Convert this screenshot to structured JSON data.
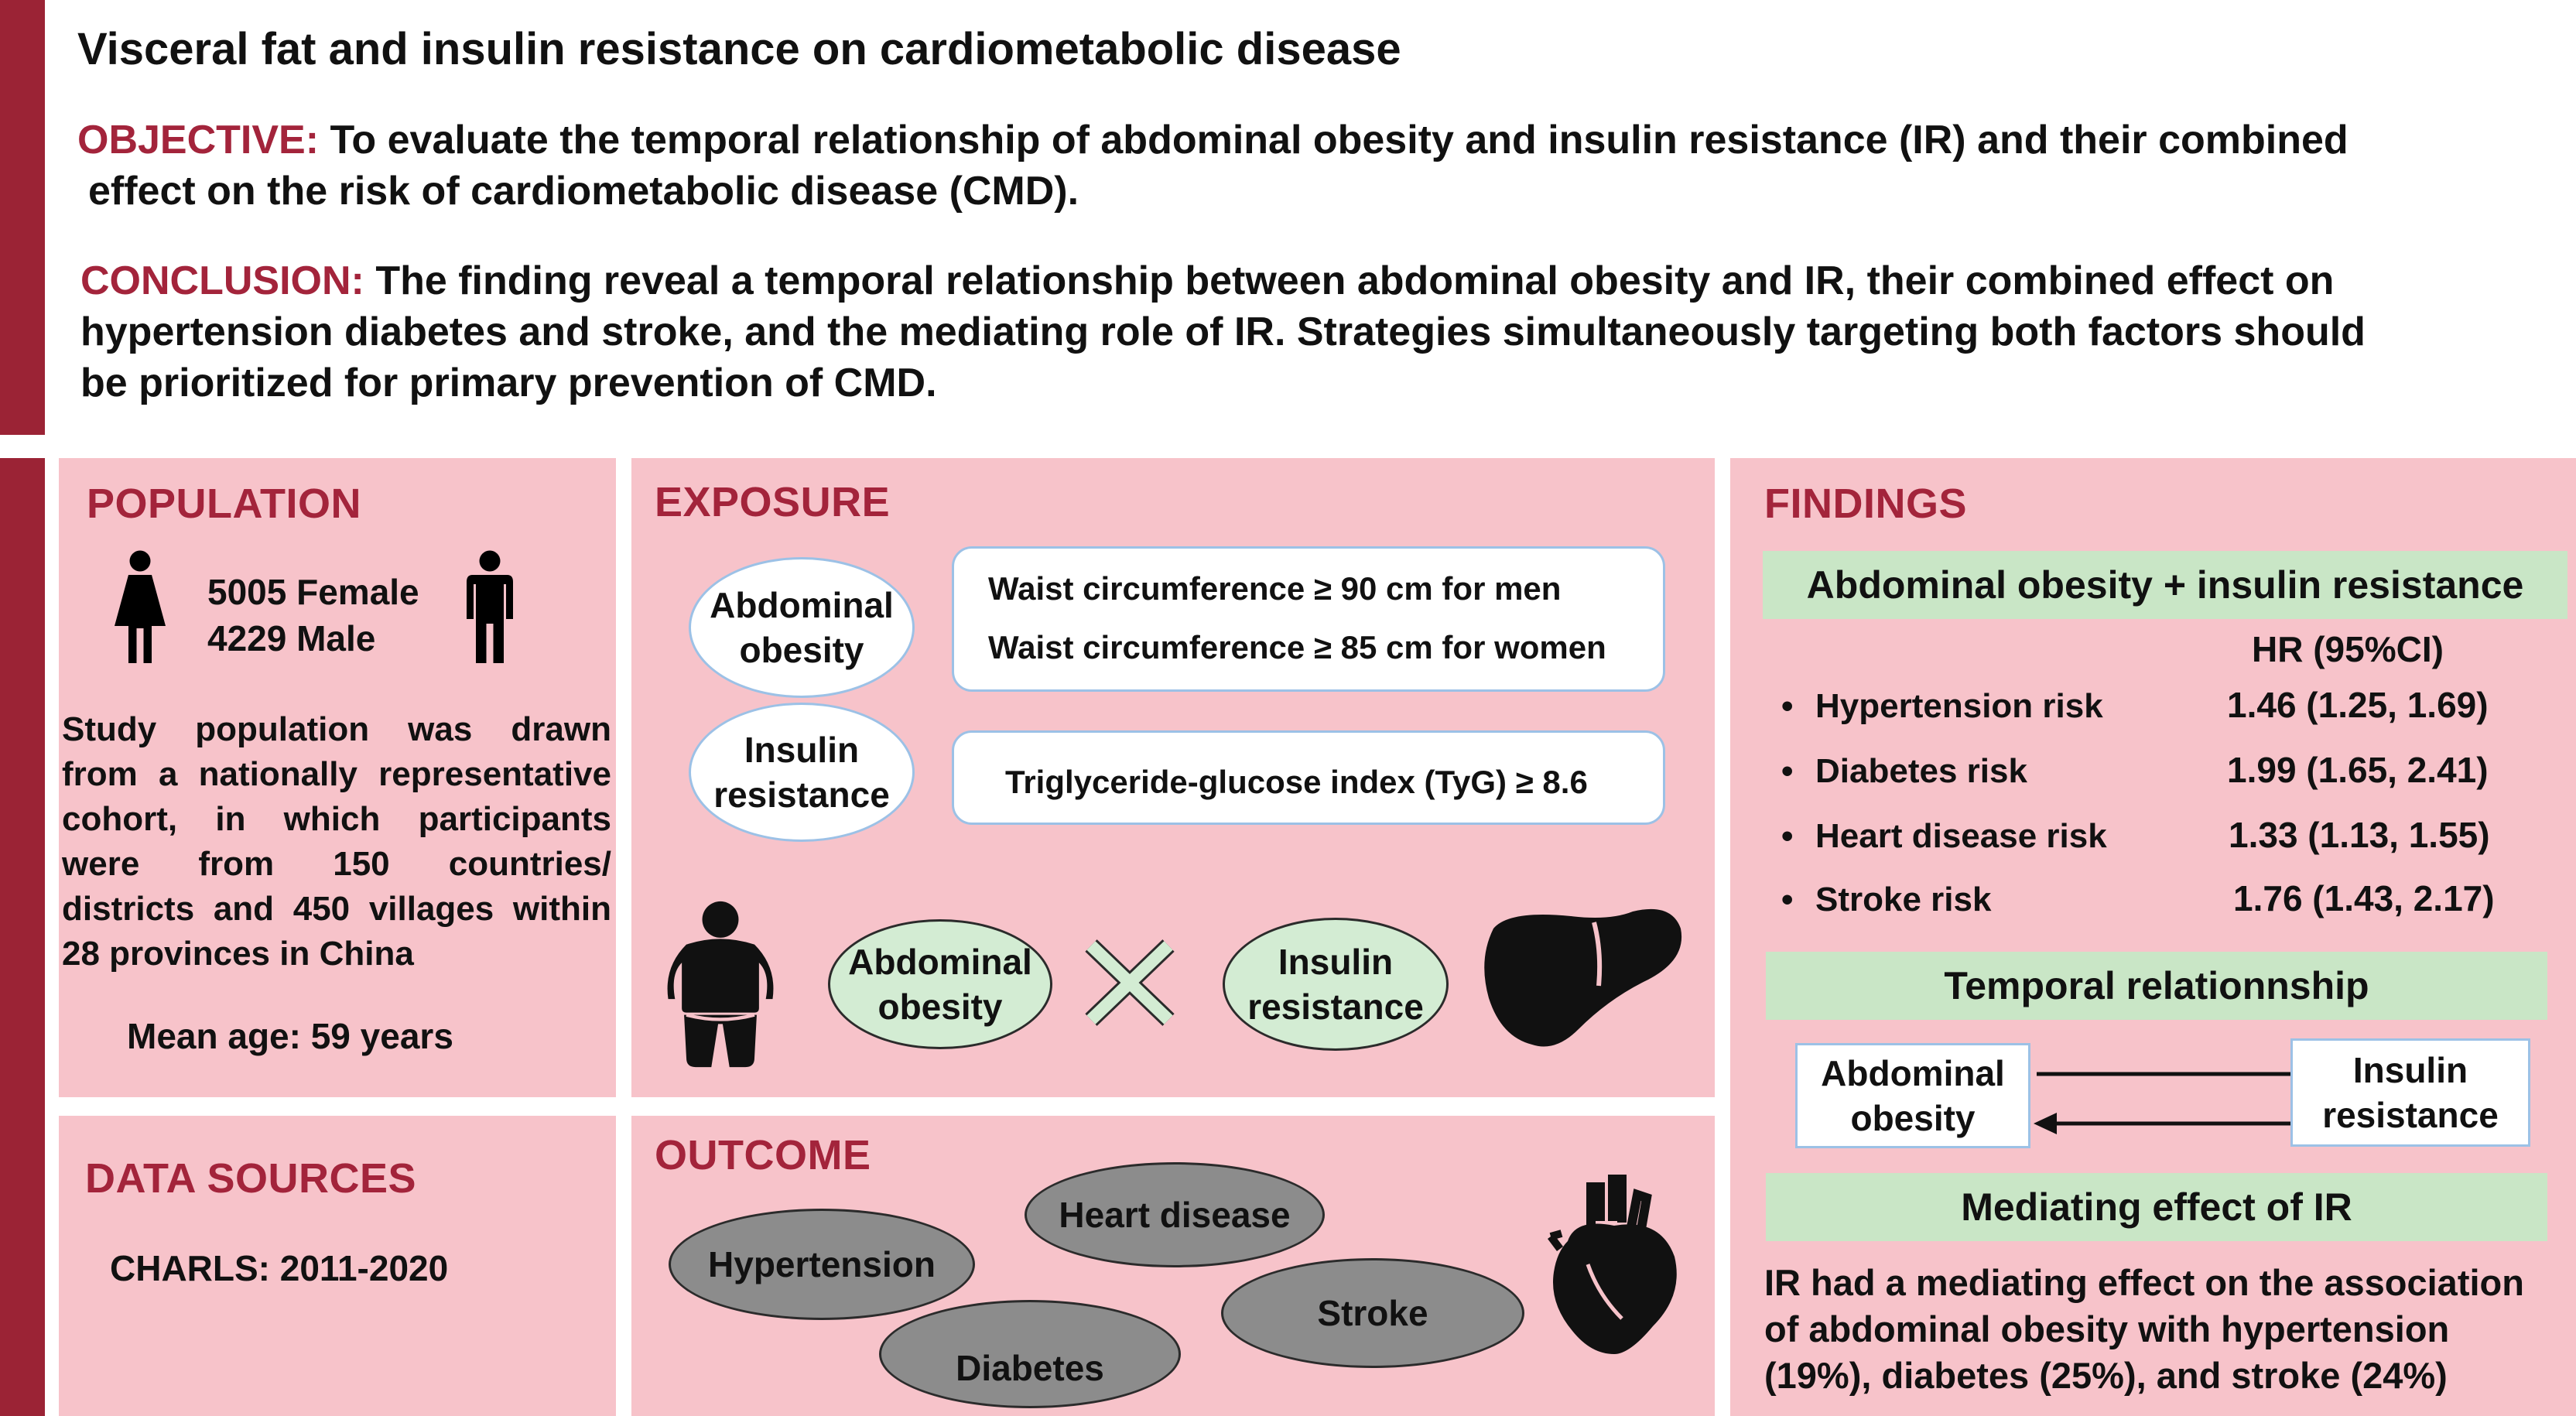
{
  "header": {
    "title": "Visceral fat and insulin resistance on cardiometabolic disease",
    "objective_label": "OBJECTIVE:",
    "objective_line1": "To evaluate the temporal relationship of abdominal obesity and insulin resistance (IR) and their combined",
    "objective_line2": "effect on the risk of cardiometabolic disease (CMD).",
    "conclusion_label": "CONCLUSION:",
    "conclusion_line1": "The finding reveal a temporal relationship between abdominal obesity and IR, their combined effect on",
    "conclusion_line2": "hypertension diabetes and stroke, and the mediating role of IR. Strategies simultaneously targeting both factors should",
    "conclusion_line3": "be prioritized for primary prevention of CMD."
  },
  "population": {
    "heading": "POPULATION",
    "female": "5005 Female",
    "male": "4229 Male",
    "desc_lines": [
      "Study population was drawn",
      "from a nationally representative",
      "cohort, in which participants",
      "were from 150 countries/",
      "districts and 450 villages within",
      "28 provinces in China"
    ],
    "mean_age": "Mean age: 59 years"
  },
  "data_sources": {
    "heading": "DATA SOURCES",
    "value": "CHARLS: 2011-2020"
  },
  "exposure": {
    "heading": "EXPOSURE",
    "abdominal_line1": "Abdominal",
    "abdominal_line2": "obesity",
    "insulin_line1": "Insulin",
    "insulin_line2": "resistance",
    "waist_men": "Waist circumference  ≥ 90 cm for men",
    "waist_women": "Waist circumference  ≥ 85 cm for women",
    "tyg": "Triglyceride-glucose index (TyG)  ≥ 8.6",
    "combo_a_line1": "Abdominal",
    "combo_a_line2": "obesity",
    "combo_b_line1": "Insulin",
    "combo_b_line2": "resistance"
  },
  "outcome": {
    "heading": "OUTCOME",
    "items": [
      "Hypertension",
      "Heart disease",
      "Diabetes",
      "Stroke"
    ]
  },
  "findings": {
    "heading": "FINDINGS",
    "combo_title": "Abdominal obesity + insulin resistance",
    "hr_header": "HR (95%CI)",
    "rows": [
      {
        "label": "Hypertension risk",
        "hr": "1.46 (1.25, 1.69)"
      },
      {
        "label": "Diabetes risk",
        "hr": "1.99 (1.65, 2.41)"
      },
      {
        "label": "Heart disease risk",
        "hr": "1.33 (1.13, 1.55)"
      },
      {
        "label": "Stroke risk",
        "hr": "1.76 (1.43, 2.17)"
      }
    ],
    "temporal_title": "Temporal relationnship",
    "temporal_left_line1": "Abdominal",
    "temporal_left_line2": "obesity",
    "temporal_right_line1": "Insulin",
    "temporal_right_line2": "resistance",
    "mediating_title": "Mediating effect of IR",
    "mediating_lines": [
      "IR had a mediating effect on the association",
      "of abdominal obesity with hypertension",
      "(19%), diabetes (25%), and stroke (24%)"
    ]
  },
  "colors": {
    "accent": "#a3243b",
    "bar": "#9b2335",
    "panel": "#f7c3ca",
    "green": "#c9e6c6",
    "grey_oval": "#8c8c8c"
  },
  "icons": [
    "female-icon",
    "male-icon",
    "obese-person-icon",
    "multiply-icon",
    "liver-icon",
    "heart-icon",
    "bullet-icon",
    "arrow-right-icon",
    "arrow-left-icon"
  ]
}
